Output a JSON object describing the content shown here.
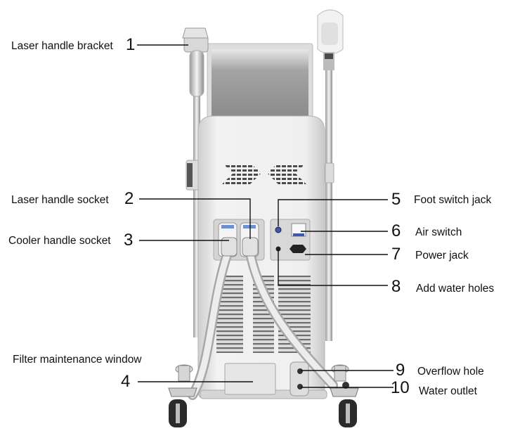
{
  "callouts": [
    {
      "id": "1",
      "number": "1",
      "label": "Laser handle bracket"
    },
    {
      "id": "2",
      "number": "2",
      "label": "Laser handle socket"
    },
    {
      "id": "3",
      "number": "3",
      "label": "Cooler handle socket"
    },
    {
      "id": "4",
      "number": "4",
      "label": "Filter maintenance window"
    },
    {
      "id": "5",
      "number": "5",
      "label": "Foot switch jack"
    },
    {
      "id": "6",
      "number": "6",
      "label": "Air switch"
    },
    {
      "id": "7",
      "number": "7",
      "label": "Power jack"
    },
    {
      "id": "8",
      "number": "8",
      "label": "Add water holes"
    },
    {
      "id": "9",
      "number": "9",
      "label": "Overflow hole"
    },
    {
      "id": "10",
      "number": "10",
      "label": "Water outlet"
    }
  ],
  "colors": {
    "body_light": "#eeeeee",
    "body_shadow": "#c9c9c9",
    "vent_dark": "#6b6b6b",
    "panel_blue": "#3b56b5",
    "line": "#111111"
  }
}
